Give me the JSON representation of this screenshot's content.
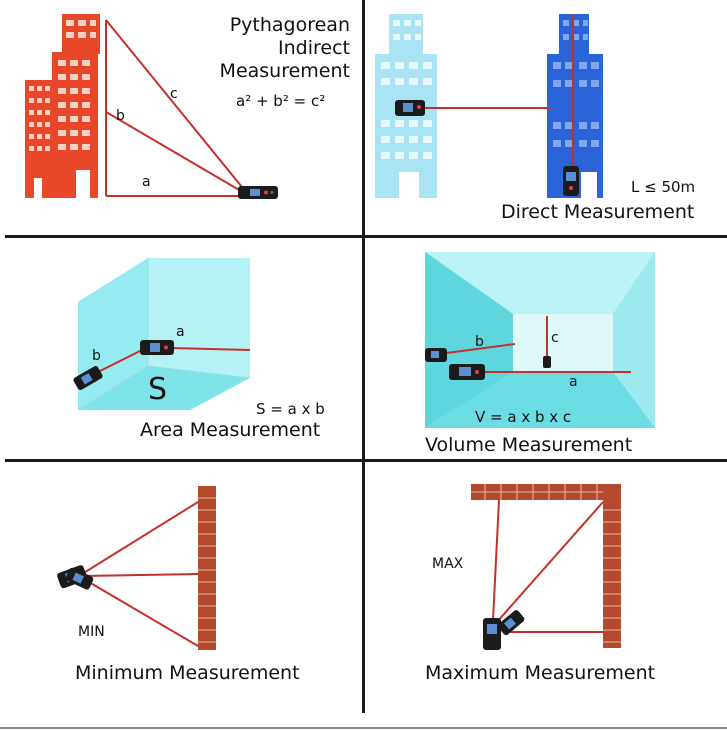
{
  "colors": {
    "laser": "#c6302a",
    "building_red": "#e8472a",
    "building_light_blue": "#a8e4f4",
    "building_blue": "#2b63d8",
    "room_cyan": "#7fe3ea",
    "brick": "#b5492e",
    "device": "#1b1b1b",
    "screen": "#5a8fd0",
    "divider": "#1a1a1a"
  },
  "panels": {
    "pythagorean": {
      "title_line1": "Pythagorean",
      "title_line2": "Indirect",
      "title_line3": "Measurement",
      "formula": "a² + b² = c²",
      "side_a": "a",
      "side_b": "b",
      "side_c": "c"
    },
    "direct": {
      "title": "Direct Measurement",
      "range": "L ≤ 50m"
    },
    "area": {
      "title": "Area Measurement",
      "formula": "S = a x b",
      "area_symbol": "S",
      "side_a": "a",
      "side_b": "b"
    },
    "volume": {
      "title": "Volume Measurement",
      "formula": "V = a x b x c",
      "side_a": "a",
      "side_b": "b",
      "side_c": "c"
    },
    "minimum": {
      "title": "Minimum Measurement",
      "mode": "MIN"
    },
    "maximum": {
      "title": "Maximum Measurement",
      "mode": "MAX"
    }
  }
}
